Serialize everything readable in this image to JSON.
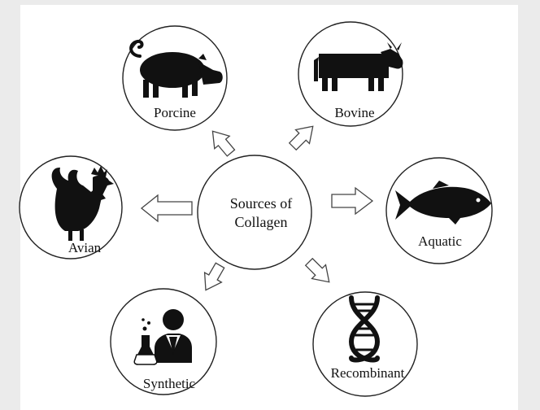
{
  "center": {
    "label_line1": "Sources of",
    "label_line2": "Collagen"
  },
  "sources": [
    {
      "label": "Porcine",
      "icon": "pig-icon"
    },
    {
      "label": "Bovine",
      "icon": "cow-icon"
    },
    {
      "label": "Avian",
      "icon": "rooster-icon"
    },
    {
      "label": "Aquatic",
      "icon": "fish-icon"
    },
    {
      "label": "Synthetic",
      "icon": "scientist-icon"
    },
    {
      "label": "Recombinant",
      "icon": "dna-icon"
    }
  ],
  "colors": {
    "background": "#ebebeb",
    "canvas": "#ffffff",
    "ink": "#111111",
    "circle_stroke": "#222222"
  }
}
